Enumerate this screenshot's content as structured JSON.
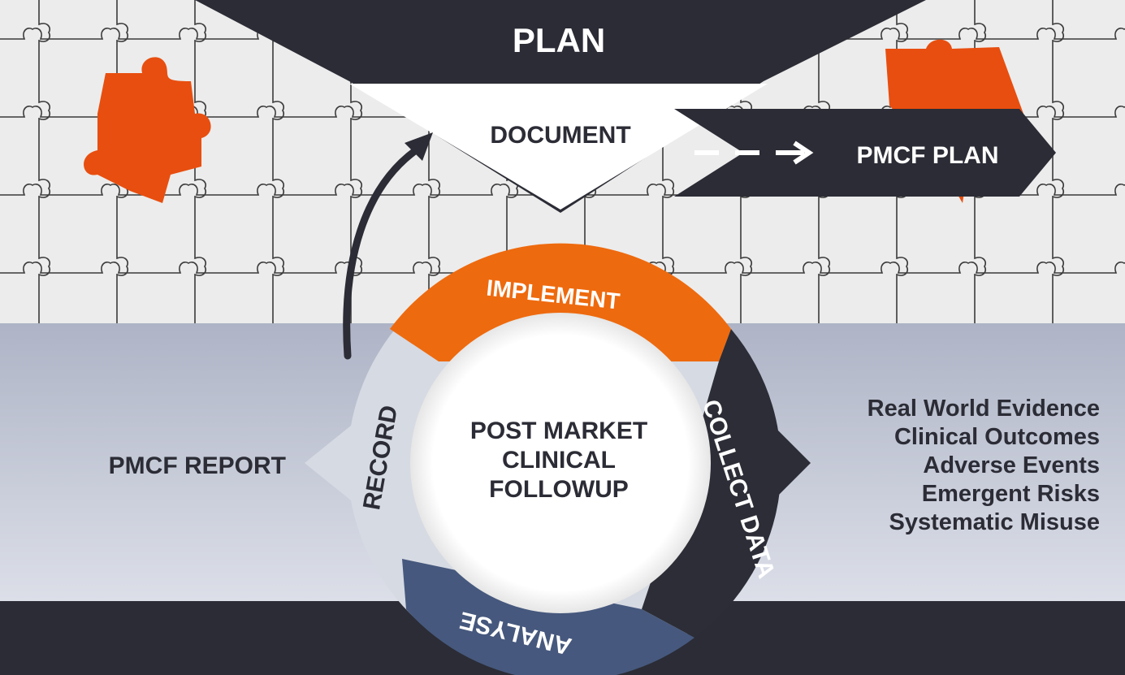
{
  "top": {
    "plan": "PLAN",
    "document": "DOCUMENT",
    "pmcf_plan": "PMCF PLAN"
  },
  "cycle": {
    "center_lines": [
      "POST MARKET",
      "CLINICAL",
      "FOLLOWUP"
    ],
    "segments": [
      {
        "label": "IMPLEMENT",
        "color": "#ee6a0e"
      },
      {
        "label": "COLLECT DATA",
        "color": "#2c2d36"
      },
      {
        "label": "ANALYSE",
        "color": "#46587d"
      },
      {
        "label": "RECORD",
        "color": "#d6dae3"
      }
    ]
  },
  "outputs": {
    "report": "PMCF REPORT",
    "data_items": [
      "Real World Evidence",
      "Clinical Outcomes",
      "Adverse Events",
      "Emergent Risks",
      "Systematic Misuse"
    ]
  },
  "colors": {
    "dark": "#2b2c35",
    "orange": "#e84e0f",
    "slate": "#46587d",
    "light_band": "#b7bccc",
    "puzzle_bg": "#e7e7e7"
  }
}
